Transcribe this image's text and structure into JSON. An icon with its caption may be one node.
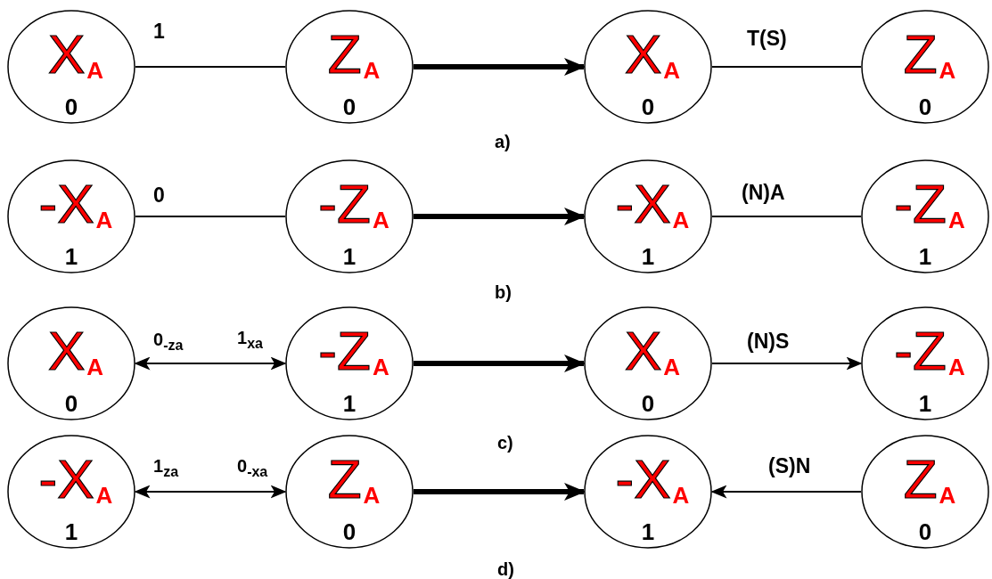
{
  "diagram": {
    "nodes": [
      {
        "text": [
          "X$_{A}$",
          "0"
        ]
      },
      {
        "text": [
          "Z$_{A}$",
          "0"
        ]
      },
      {
        "text": [
          "X$_{A}$",
          "0"
        ]
      },
      {
        "text": [
          "Z$_{A}$",
          "0"
        ]
      },
      {
        "text": [
          "-X$_{A}$",
          "1"
        ]
      },
      {
        "text": [
          "-Z$_{A}$",
          "1"
        ]
      },
      {
        "text": [
          "-X$_{A}$",
          "1"
        ]
      },
      {
        "text": [
          "-Z$_{A}$",
          "1"
        ]
      },
      {
        "text": [
          "X$_{A}$",
          "0"
        ]
      },
      {
        "text": [
          "-Z$_{A}$",
          "1"
        ]
      },
      {
        "text": [
          "X$_{A}$",
          "0"
        ]
      },
      {
        "text": [
          "-Z$_{A}$",
          "1"
        ]
      },
      {
        "text": [
          "-X$_{A}$",
          "1"
        ]
      },
      {
        "text": [
          "Z$_{A}$",
          "0"
        ]
      },
      {
        "text": [
          "-X$_{A}$",
          "1"
        ]
      },
      {
        "text": [
          "Z$_{A}$",
          "0"
        ]
      }
    ],
    "edges": [
      {
        "from": 0,
        "to": 1,
        "arrow": "none",
        "label": "1"
      },
      {
        "from": 1,
        "to": 2,
        "arrow": "to",
        "style": "thick"
      },
      {
        "from": 2,
        "to": 3,
        "arrow": "none",
        "label": "T(S)"
      },
      {
        "from": 4,
        "to": 5,
        "arrow": "none",
        "label": "0"
      },
      {
        "from": 5,
        "to": 6,
        "arrow": "to",
        "style": "thick"
      },
      {
        "from": 6,
        "to": 7,
        "arrow": "none",
        "label": "(N)A"
      },
      {
        "from": 8,
        "to": 9,
        "arrow": "both"
      },
      {
        "from": 9,
        "to": 10,
        "arrow": "to",
        "style": "thick"
      },
      {
        "from": 10,
        "to": 11,
        "arrow": "to",
        "label": "(N)S"
      },
      {
        "from": 12,
        "to": 13,
        "arrow": "both"
      },
      {
        "from": 13,
        "to": 14,
        "arrow": "to",
        "style": "thick"
      },
      {
        "from": 15,
        "to": 14,
        "arrow": "to",
        "label": "(S)N"
      }
    ],
    "labels": [
      "a)",
      "b)",
      "0$_{-za}$",
      "1$_{xa}$",
      "c)",
      "1$_{za}$",
      "0$_{-xa}$",
      "d)"
    ]
  }
}
